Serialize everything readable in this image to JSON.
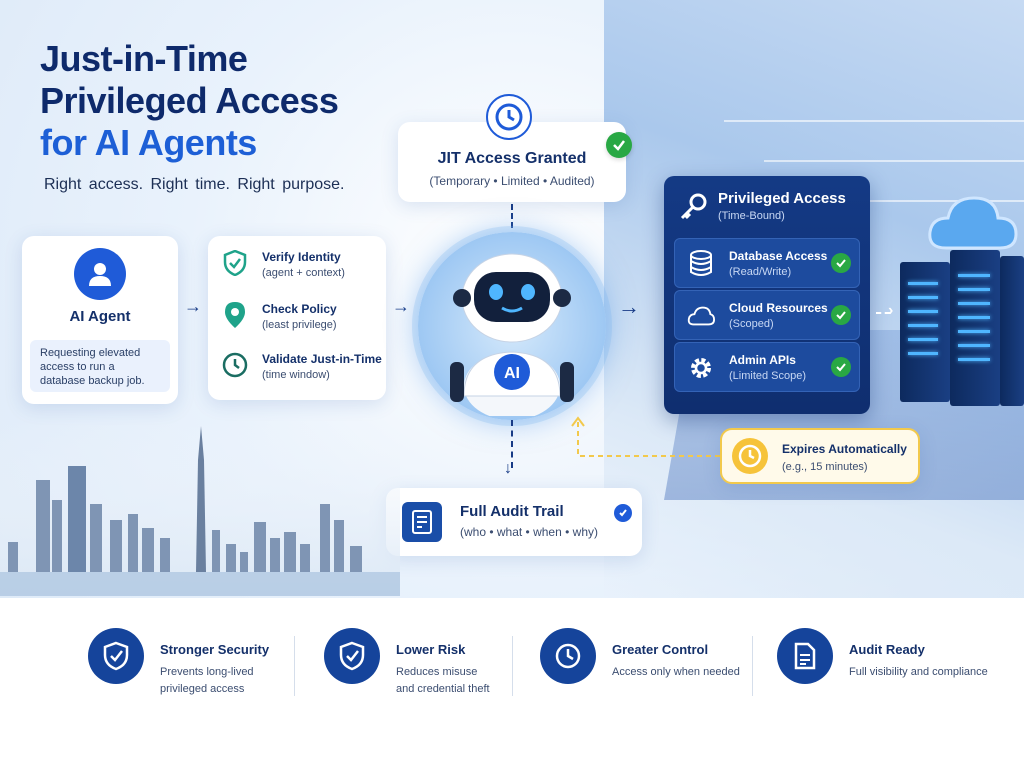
{
  "title": {
    "line1": "Just-in-Time",
    "line2": "Privileged Access",
    "line3": "for AI Agents"
  },
  "tagline": "Right access.  Right time.  Right purpose.",
  "agent": {
    "title": "AI Agent",
    "description": "Requesting elevated access to run a database backup job.",
    "icon": "user-icon"
  },
  "checks": [
    {
      "title": "Verify Identity",
      "subtitle": "(agent + context)",
      "icon": "shield-check-icon"
    },
    {
      "title": "Check Policy",
      "subtitle": "(least privilege)",
      "icon": "location-pin-icon"
    },
    {
      "title": "Validate Just-in-Time",
      "subtitle": "(time window)",
      "icon": "clock-icon"
    }
  ],
  "robot": {
    "badge": "AI"
  },
  "granted": {
    "title": "JIT Access Granted",
    "subtitle": "(Temporary • Limited • Audited)",
    "icon": "clock-icon"
  },
  "privileged": {
    "title": "Privileged Access",
    "subtitle": "(Time-Bound)",
    "icon": "key-icon",
    "items": [
      {
        "title": "Database Access",
        "subtitle": "(Read/Write)",
        "icon": "database-icon"
      },
      {
        "title": "Cloud Resources",
        "subtitle": "(Scoped)",
        "icon": "cloud-icon"
      },
      {
        "title": "Admin APIs",
        "subtitle": "(Limited Scope)",
        "icon": "gear-icon"
      }
    ]
  },
  "expires": {
    "title": "Expires Automatically",
    "subtitle": "(e.g., 15 minutes)",
    "icon": "clock-icon"
  },
  "audit": {
    "title": "Full Audit Trail",
    "subtitle": "(who • what • when • why)",
    "icon": "document-icon"
  },
  "benefits": [
    {
      "title": "Stronger Security",
      "subtitle": "Prevents long-lived privileged access",
      "icon": "shield-check-icon"
    },
    {
      "title": "Lower Risk",
      "subtitle": "Reduces misuse and credential theft",
      "icon": "shield-check-icon"
    },
    {
      "title": "Greater Control",
      "subtitle": "Access only when needed",
      "icon": "clock-icon"
    },
    {
      "title": "Audit Ready",
      "subtitle": "Full visibility and compliance",
      "icon": "document-icon"
    }
  ],
  "colors": {
    "primary": "#1f5bd8",
    "navy": "#14306a",
    "success": "#29a844",
    "warning": "#f6c33a"
  }
}
